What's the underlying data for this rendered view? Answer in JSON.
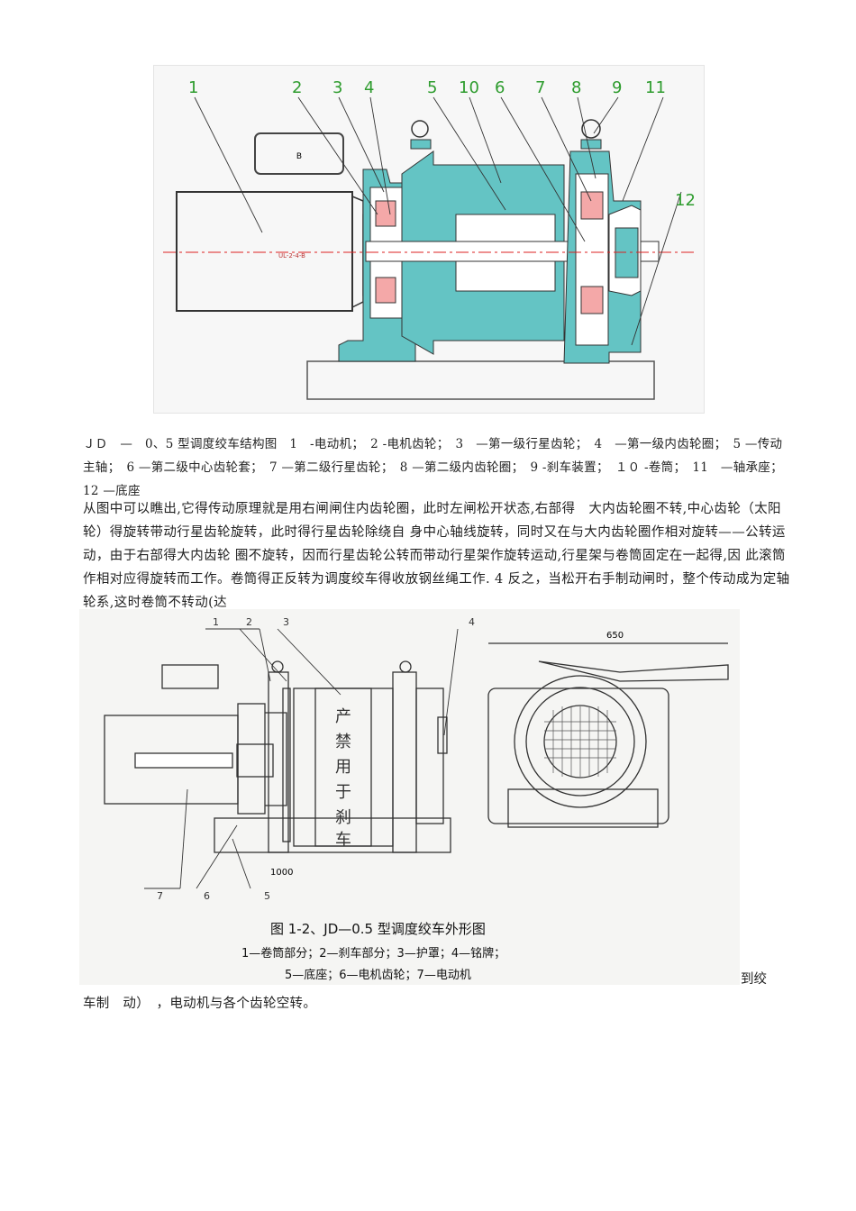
{
  "figure1": {
    "callouts": [
      "1",
      "2",
      "3",
      "4",
      "5",
      "10",
      "6",
      "7",
      "8",
      "9",
      "11",
      "12"
    ],
    "box_label": "B",
    "motor_label": "UL-2-4-B"
  },
  "caption1": "ＪＤ　—　0、5 型调度绞车结构图　1　-电动机；　2 -电机齿轮；　3　—第一级行星齿轮；　4　—第一级内齿轮圈；　5 —传动主轴；　6 —第二级中心齿轮套；　7 —第二级行星齿轮；　8 —第二级内齿轮圈；　9 -刹车装置；　１０ -卷筒；　11　—轴承座；　12 —底座",
  "paragraph": "从图中可以瞧出,它得传动原理就是用右闸闸住内齿轮圈，此时左闸松开状态,右部得　大内齿轮圈不转,中心齿轮（太阳轮）得旋转带动行星齿轮旋转，此时得行星齿轮除绕自 身中心轴线旋转，同时又在与大内齿轮圈作相对旋转——公转运动，由于右部得大内齿轮 圈不旋转，因而行星齿轮公转而带动行星架作旋转运动,行星架与卷筒固定在一起得,因 此滚筒作相对应得旋转而工作。卷筒得正反转为调度绞车得收放钢丝绳工作. 4 反之，当松开右手制动闸时，整个传动成为定轴轮系,这时卷筒不转动(达",
  "figure2": {
    "callouts_top": [
      "1",
      "2",
      "3",
      "4"
    ],
    "callouts_bottom": [
      "7",
      "6",
      "5"
    ],
    "drum_text": [
      "产",
      "禁",
      "用",
      "于",
      "刹",
      "车"
    ],
    "dim_width": "650",
    "dim_length": "1000",
    "title": "图 1-2、JD—0.5 型调度绞车外形图",
    "legend_line1": "1—卷筒部分；2—刹车部分；3—护罩；4—铭牌；",
    "legend_line2": "5—底座；6—电机齿轮；7—电动机"
  },
  "tail1": "到绞",
  "tail2": "车制　动）　，电动机与各个齿轮空转。"
}
